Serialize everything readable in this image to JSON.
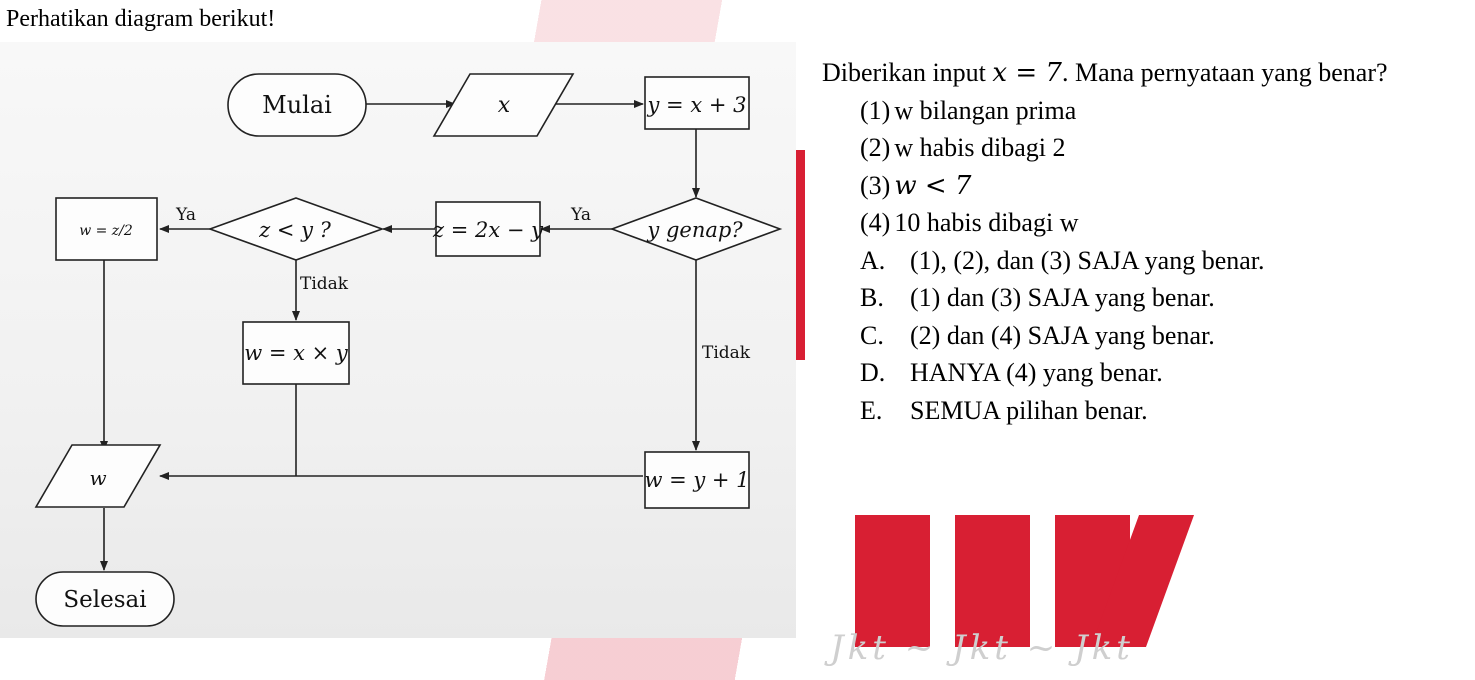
{
  "header": {
    "instruction": "Perhatikan diagram berikut!"
  },
  "flowchart": {
    "start": "Mulai",
    "input_x": "x",
    "assign_y": "y = x + 3",
    "decision_y_even": "y genap?",
    "assign_z": "z = 2x − y",
    "decision_z_less_y": "z < y ?",
    "assign_w_half": "w = z/2",
    "assign_w_product": "w = x × y",
    "assign_w_increment": "w = y + 1",
    "output_w": "w",
    "end": "Selesai",
    "label_yes_1": "Ya",
    "label_yes_2": "Ya",
    "label_no_1": "Tidak",
    "label_no_2": "Tidak"
  },
  "question": {
    "prompt_prefix": "Diberikan input ",
    "prompt_math": "x = 7",
    "prompt_suffix": ". Mana pernyataan yang benar?",
    "statements": [
      {
        "num": "(1)",
        "text": "w bilangan prima"
      },
      {
        "num": "(2)",
        "text": "w habis dibagi 2"
      },
      {
        "num": "(3)",
        "text": "w < 7"
      },
      {
        "num": "(4)",
        "text": "10 habis dibagi w"
      }
    ],
    "options": [
      {
        "letter": "A.",
        "text": "(1), (2), dan (3) SAJA yang benar."
      },
      {
        "letter": "B.",
        "text": "(1) dan (3) SAJA yang benar."
      },
      {
        "letter": "C.",
        "text": "(2) dan (4) SAJA yang benar."
      },
      {
        "letter": "D.",
        "text": "HANYA (4) yang benar."
      },
      {
        "letter": "E.",
        "text": "SEMUA pilihan benar."
      }
    ]
  },
  "watermark": {
    "script_text": "Jkt ~ Jkt ~ Jkt"
  },
  "colors": {
    "watermark_red": "#d81f33",
    "diagram_bg": "#f4f4f4"
  }
}
